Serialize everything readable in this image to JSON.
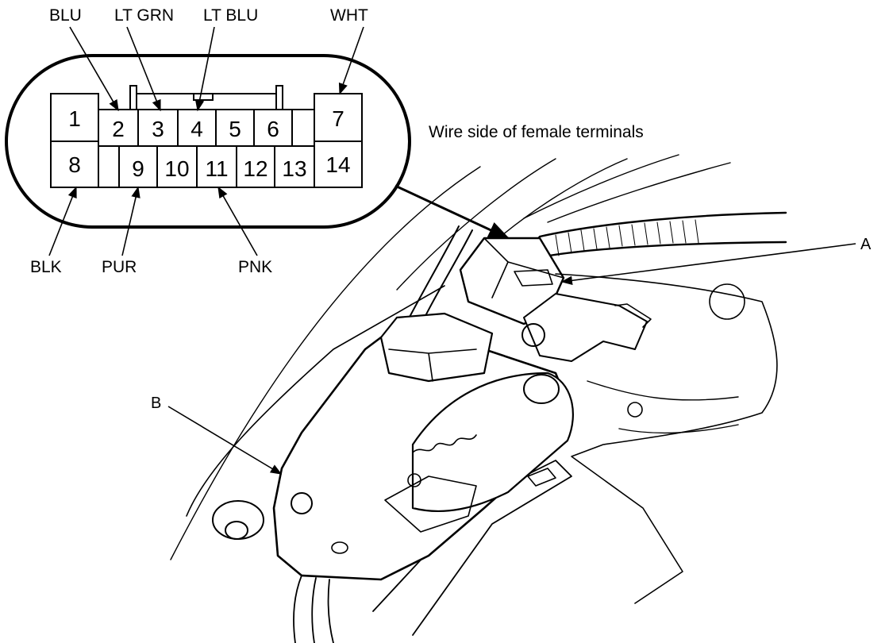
{
  "diagram": {
    "caption": "Wire side of female terminals",
    "callouts": {
      "a": "A",
      "b": "B"
    },
    "connector": {
      "top_row_pins": [
        "1",
        "2",
        "3",
        "4",
        "5",
        "6",
        "7"
      ],
      "bottom_row_pins": [
        "8",
        "9",
        "10",
        "11",
        "12",
        "13",
        "14"
      ]
    },
    "wire_labels": {
      "pin2": "BLU",
      "pin3": "LT GRN",
      "pin4": "LT BLU",
      "pin7": "WHT",
      "pin8": "BLK",
      "pin9": "PUR",
      "pin11": "PNK"
    }
  }
}
